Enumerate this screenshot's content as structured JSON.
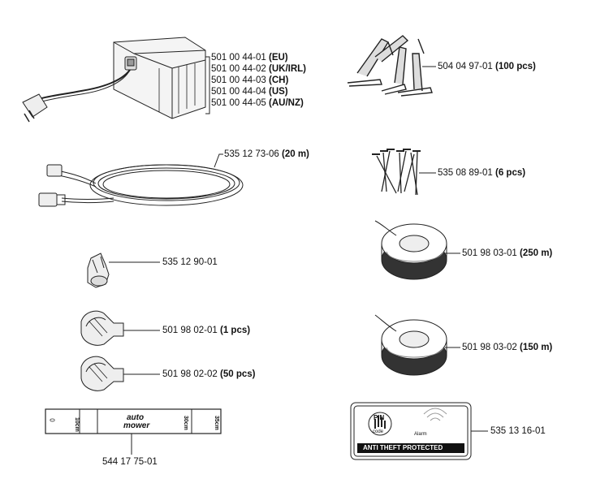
{
  "parts": {
    "power_supply": {
      "variants": [
        {
          "number": "501 00 44-01",
          "qualifier": "(EU)"
        },
        {
          "number": "501 00 44-02",
          "qualifier": "(UK/IRL)"
        },
        {
          "number": "501 00 44-03",
          "qualifier": "(CH)"
        },
        {
          "number": "501 00 44-04",
          "qualifier": "(US)"
        },
        {
          "number": "501 00 44-05",
          "qualifier": "(AU/NZ)"
        }
      ]
    },
    "pegs": {
      "number": "504 04 97-01",
      "qualifier": "(100 pcs)"
    },
    "low_voltage_cable": {
      "number": "535 12 73-06",
      "qualifier": "(20 m)"
    },
    "nails": {
      "number": "535 08 89-01",
      "qualifier": "(6 pcs)"
    },
    "wire_250": {
      "number": "501 98 03-01",
      "qualifier": "(250 m)"
    },
    "connector": {
      "number": "535 12 90-01"
    },
    "coupler_1": {
      "number": "501 98 02-01",
      "qualifier": "(1 pcs)"
    },
    "coupler_50": {
      "number": "501 98 02-02",
      "qualifier": "(50 pcs)"
    },
    "wire_150": {
      "number": "501 98 03-02",
      "qualifier": "(150 m)"
    },
    "measuring_ruler": {
      "number": "544 17 75-01",
      "marks": [
        "0",
        "10cm",
        "30cm",
        "35cm"
      ],
      "logo_top": "auto",
      "logo_bottom": "mower"
    },
    "theft_sign": {
      "number": "535 13 16-01",
      "pin_text": "PIN",
      "code_text": "code",
      "alarm_text": "Alarm",
      "banner_text": "ANTI THEFT PROTECTED"
    }
  }
}
